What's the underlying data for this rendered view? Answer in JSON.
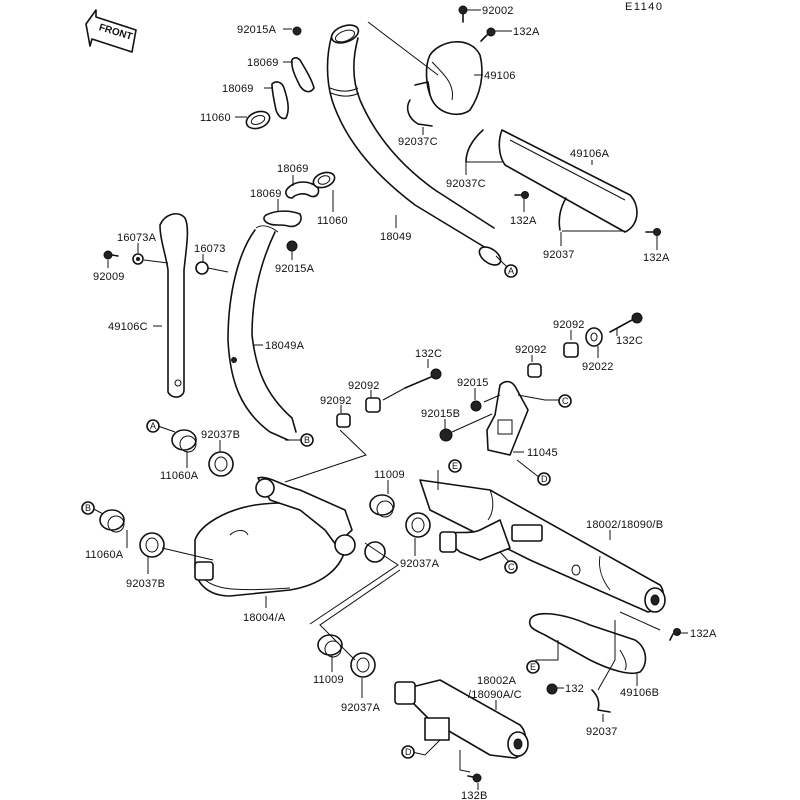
{
  "diagram": {
    "code": "E1140",
    "front_label": "FRONT",
    "labels": {
      "p92002": "92002",
      "p132A_top": "132A",
      "p49106": "49106",
      "p92015A_top": "92015A",
      "p18069_a": "18069",
      "p18069_b": "18069",
      "p11060_top": "11060",
      "p92037C_a": "92037C",
      "p49106A": "49106A",
      "p92037C_b": "92037C",
      "p132A_mid": "132A",
      "p92037_top": "92037",
      "p132A_right": "132A",
      "p18069_c": "18069",
      "p18069_d": "18069",
      "p11060_mid": "11060",
      "p18049": "18049",
      "p16073A": "16073A",
      "p16073": "16073",
      "p92009": "92009",
      "p92015A_mid": "92015A",
      "p49106C": "49106C",
      "p18049A": "18049A",
      "p92092_a": "92092",
      "p132C_right": "132C",
      "p92022": "92022",
      "p92092_b": "92092",
      "p132C_mid": "132C",
      "p92092_c": "92092",
      "p92092_d": "92092",
      "p92015": "92015",
      "p92015B": "92015B",
      "p11045": "11045",
      "p92037B_top": "92037B",
      "p11060A_top": "11060A",
      "p11009_top": "11009",
      "p11060A_bot": "11060A",
      "p92037B_bot": "92037B",
      "p92037A_mid": "92037A",
      "p18002": "18002/18090/B",
      "p18004": "18004/A",
      "p132A_bot": "132A",
      "p11009_bot": "11009",
      "p92037A_bot": "92037A",
      "p18002A_1": "18002A",
      "p18002A_2": "/18090A/C",
      "p132": "132",
      "p49106B": "49106B",
      "p92037_bot": "92037",
      "p132B": "132B"
    },
    "refs": {
      "A1": "A",
      "A2": "A",
      "B1": "B",
      "B2": "B",
      "C1": "C",
      "C2": "C",
      "D1": "D",
      "D2": "D",
      "E1": "E",
      "E2": "E"
    }
  }
}
